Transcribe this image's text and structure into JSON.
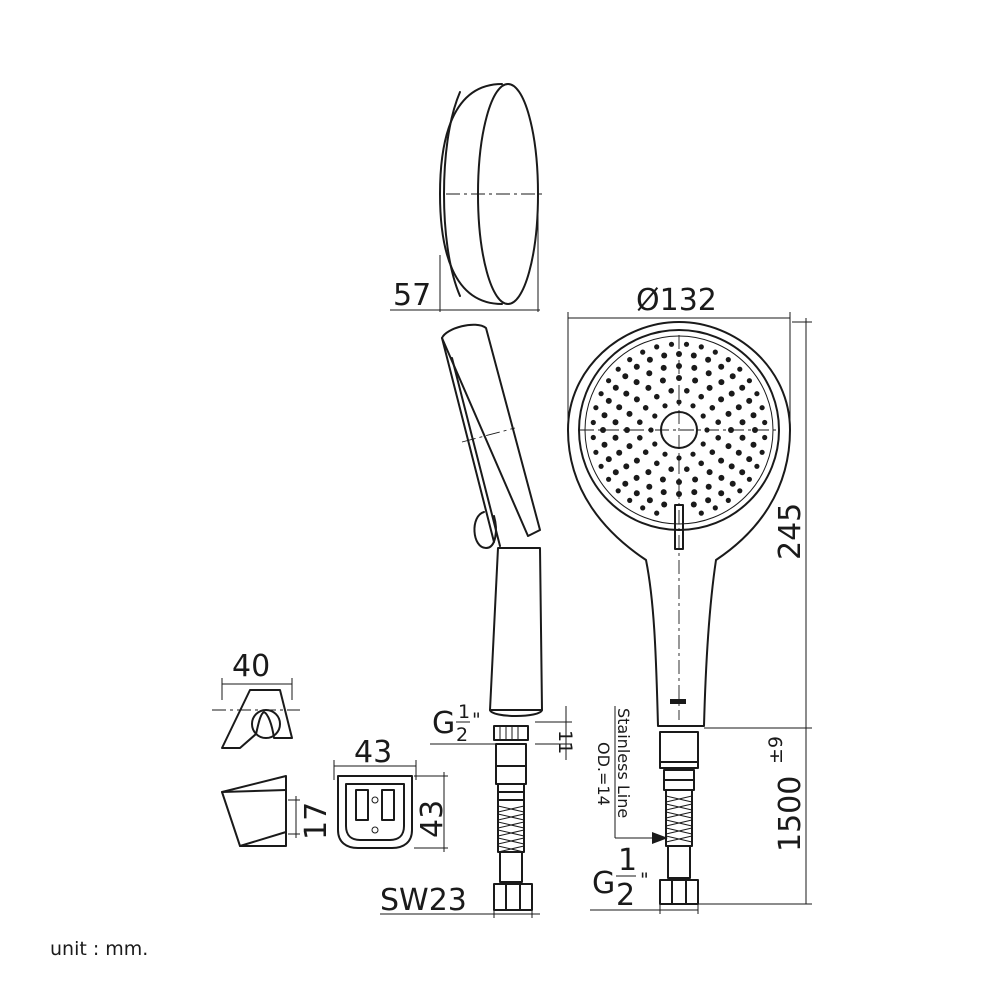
{
  "drawing": {
    "dimensions": {
      "head_depth": "57",
      "head_diameter": "Ø132",
      "handle_length": "245",
      "hose_length": "1500",
      "hose_tolerance": "±9",
      "holder_width": "40",
      "bracket_width": "43",
      "bracket_height": "43",
      "bracket_depth": "17",
      "thread_height": "11",
      "nut_size": "SW23"
    },
    "thread": {
      "letter": "G",
      "numerator": "1",
      "denominator": "2",
      "inch_mark": "\""
    },
    "hose_note": {
      "line1": "Stainless Line",
      "line2": "OD.=14"
    },
    "unit_note": "unit : mm."
  }
}
